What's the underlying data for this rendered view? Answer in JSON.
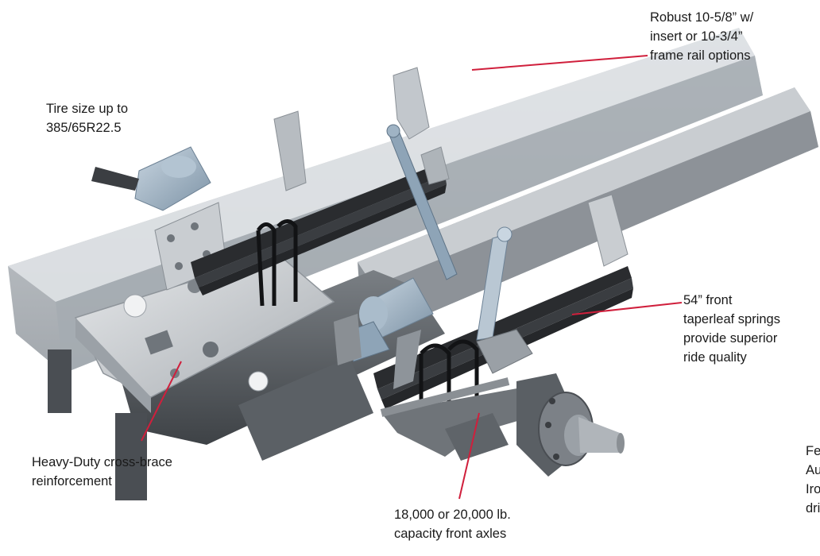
{
  "colors": {
    "leader_line": "#d01f3c",
    "label_text": "#1a1a1a",
    "frame_rail": "#c4c8cc",
    "frame_rail_shadow": "#8f959b",
    "chassis_dark": "#55595e",
    "chassis_mid": "#8a8f94",
    "spring_leaf": "#2a2c2f",
    "u_bolt": "#111214",
    "plate_light": "#d9dcdf",
    "component_blue": "#9fb3c4",
    "axle_gray": "#6f7479"
  },
  "callouts": [
    {
      "id": "frame-rail",
      "lines": [
        "Robust 10-5/8” w/",
        "insert or 10-3/4”",
        "frame rail options"
      ]
    },
    {
      "id": "tire-size",
      "lines": [
        "Tire size up to",
        "385/65R22.5"
      ]
    },
    {
      "id": "springs",
      "lines": [
        "54” front",
        "taperleaf springs",
        "provide superior",
        "ride quality"
      ]
    },
    {
      "id": "cross-brace",
      "lines": [
        "Heavy-Duty cross-brace",
        "reinforcement"
      ]
    },
    {
      "id": "front-axles",
      "lines": [
        "18,000 or 20,000 lb.",
        "capacity front axles"
      ]
    },
    {
      "id": "features-cutoff",
      "lines": [
        "Fe",
        "Au",
        "Iro",
        "dri"
      ]
    }
  ],
  "icons": {
    "chassis_illustration": "truck-front-chassis-illustration"
  }
}
